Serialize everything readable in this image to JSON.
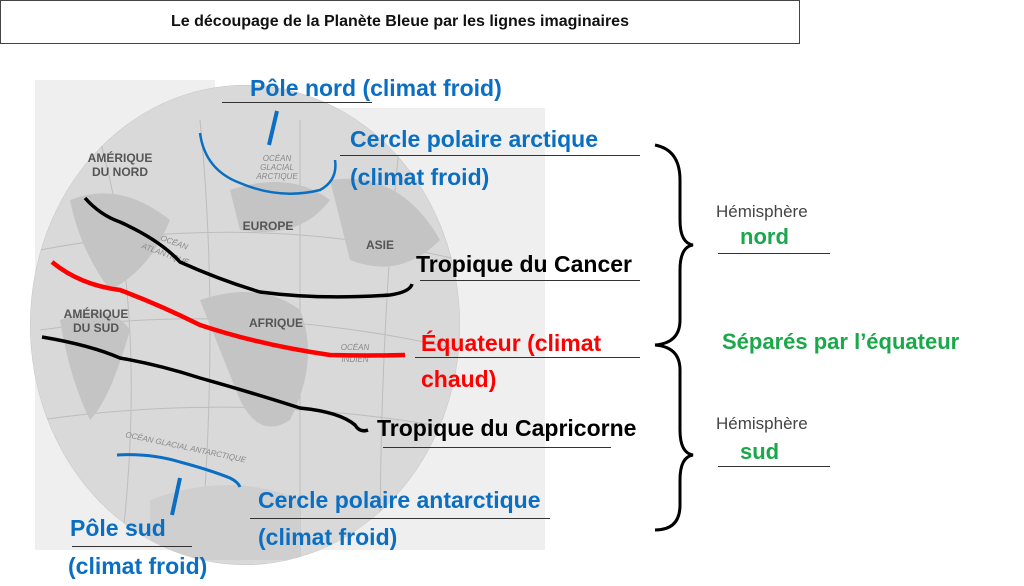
{
  "title": "Le découpage de la Planète Bleue par les lignes imaginaires",
  "map_labels": {
    "north_america": [
      "AMÉRIQUE",
      "DU NORD"
    ],
    "south_america": [
      "AMÉRIQUE",
      "DU SUD"
    ],
    "europe": "EUROPE",
    "asia": "ASIE",
    "africa": "AFRIQUE",
    "atlantic": [
      "OCÉAN",
      "ATLANTIQUE"
    ],
    "indian": [
      "OCÉAN",
      "INDIEN"
    ],
    "arctic": [
      "OCÉAN",
      "GLACIAL",
      "ARCTIQUE"
    ],
    "antarctic": "OCÉAN GLACIAL ANTARCTIQUE"
  },
  "annotations": {
    "north_pole": "Pôle nord (climat froid)",
    "arctic_circle": [
      "Cercle polaire arctique",
      "(climat froid)"
    ],
    "tropic_cancer": "Tropique du Cancer",
    "equator": [
      "Équateur (climat",
      "chaud)"
    ],
    "tropic_capricorn": "Tropique du Capricorne",
    "antarctic_circle": [
      "Cercle polaire antarctique",
      "(climat froid)"
    ],
    "south_pole": [
      "Pôle sud",
      "(climat froid)"
    ]
  },
  "hemispheres": {
    "north_label": "Hémisphère",
    "north_value": "nord",
    "south_label": "Hémisphère",
    "south_value": "sud",
    "separator": "Séparés par l’équateur"
  },
  "colors": {
    "blue": "#0a6fc2",
    "red": "#ff0000",
    "green": "#1aa84b",
    "black": "#000000"
  }
}
